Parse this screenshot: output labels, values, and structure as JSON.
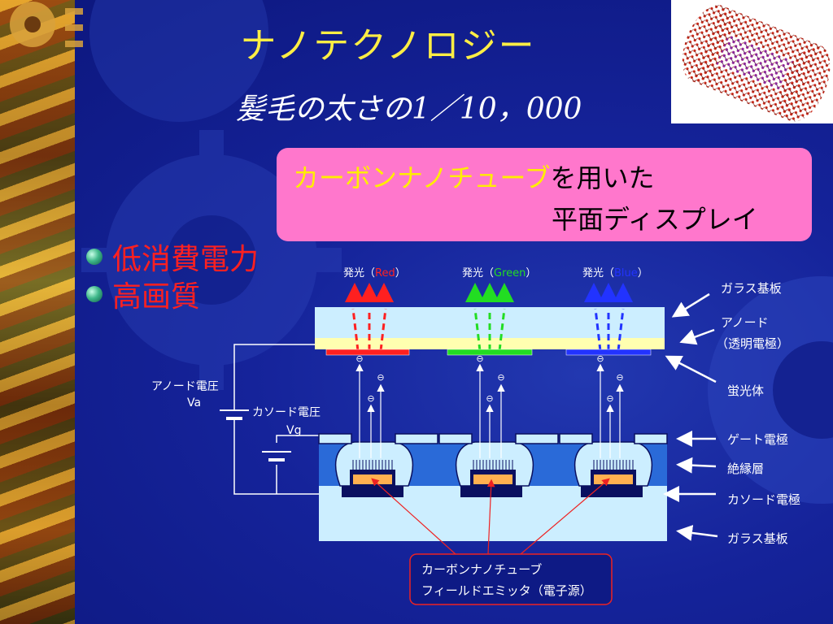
{
  "slide": {
    "title": "ナノテクノロジー",
    "subtitle": "髪毛の太さの1／10，000"
  },
  "headline": {
    "highlight": "カーボンナノチューブ",
    "rest": "を用いた",
    "line2": "平面ディスプレイ"
  },
  "bullets": [
    {
      "text": "低消費電力"
    },
    {
      "text": "高画質"
    }
  ],
  "diagram": {
    "emission_labels": [
      {
        "prefix": "発光（",
        "color_word": "Red",
        "suffix": "）",
        "color": "#ff2020"
      },
      {
        "prefix": "発光（",
        "color_word": "Green",
        "suffix": "）",
        "color": "#22dd22"
      },
      {
        "prefix": "発光（",
        "color_word": "Blue",
        "suffix": "）",
        "color": "#2233ff"
      }
    ],
    "right_labels": {
      "glass_top": "ガラス基板",
      "anode_1": "アノード",
      "anode_2": "（透明電極）",
      "phosphor": "蛍光体",
      "gate": "ゲート電極",
      "insulator": "絶縁層",
      "cathode": "カソード電極",
      "glass_bottom": "ガラス基板"
    },
    "anode_voltage_1": "アノード電圧",
    "anode_voltage_2": "Va",
    "cathode_voltage_1": "カソード電圧",
    "cathode_voltage_2": "Vg",
    "electron_symbol": "⊖",
    "emitter_label_1": "カーボンナノチューブ",
    "emitter_label_2": "フィールドエミッタ（電子源）"
  },
  "colors": {
    "background": "#0e1a85",
    "title": "#ffee44",
    "headline_box": "#ff77cc",
    "headline_highlight": "#ffee00",
    "bullet_text": "#ff2020"
  }
}
